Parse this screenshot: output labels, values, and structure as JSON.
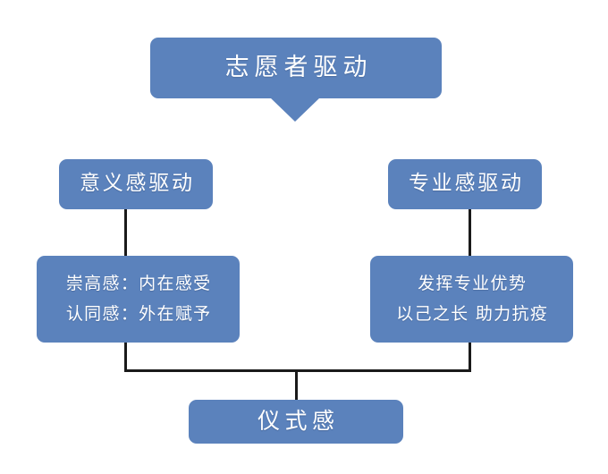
{
  "diagram": {
    "type": "hierarchy-tree",
    "title": "志愿者驱动",
    "background_color": "#ffffff",
    "node_color": "#5b82bc",
    "node_text_color": "#ffffff",
    "connector_color": "#1a1a1a",
    "root": {
      "id": "root",
      "label": "志愿者驱动",
      "shape": "callout-bubble"
    },
    "branches": [
      {
        "id": "meaning",
        "label": "意义感驱动",
        "detail": {
          "id": "meaning-detail",
          "lines": [
            "崇高感：内在感受",
            "认同感：外在赋予"
          ]
        }
      },
      {
        "id": "professional",
        "label": "专业感驱动",
        "detail": {
          "id": "professional-detail",
          "lines": [
            "发挥专业优势",
            "以己之长 助力抗疫"
          ]
        }
      }
    ],
    "outcome": {
      "id": "ritual",
      "label": "仪式感",
      "shape": "rounded-rect"
    }
  }
}
